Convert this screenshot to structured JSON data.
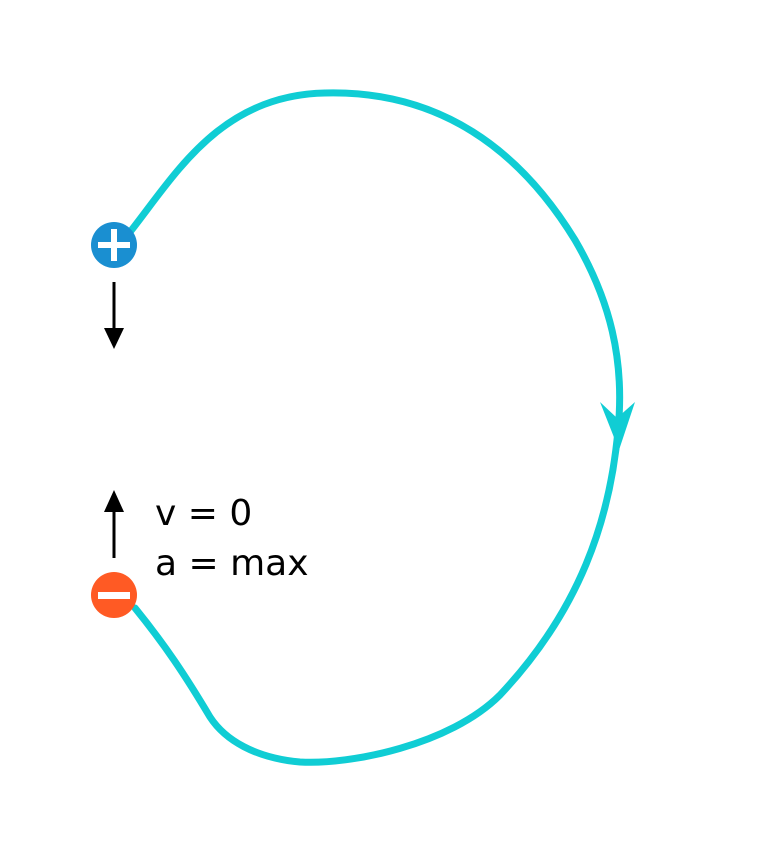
{
  "labels": {
    "velocity": "v = 0",
    "acceleration": "a = max"
  },
  "charges": {
    "positive": {
      "symbol": "plus",
      "color": "#1a8fd1"
    },
    "negative": {
      "symbol": "minus",
      "color": "#ff5a24"
    }
  },
  "colors": {
    "field_line": "#10cdd4",
    "arrow": "#000000",
    "background": "#ffffff"
  }
}
